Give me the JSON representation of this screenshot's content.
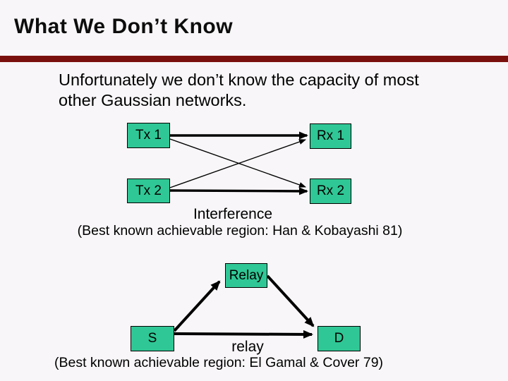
{
  "slide": {
    "title": "What We Don’t Know",
    "body": {
      "line1": "Unfortunately we don’t know the capacity of most",
      "line2": "other Gaussian networks."
    }
  },
  "interference_diagram": {
    "nodes": {
      "tx1": "Tx 1",
      "rx1": "Rx 1",
      "tx2": "Tx 2",
      "rx2": "Rx 2"
    },
    "label": "Interference",
    "caption": "(Best known achievable region: Han & Kobayashi 81)"
  },
  "relay_diagram": {
    "nodes": {
      "relay": "Relay",
      "source": "S",
      "destination": "D"
    },
    "label": "relay",
    "caption": "(Best known achievable region: El Gamal & Cover 79)"
  },
  "colors": {
    "accent-bar": "#7a100e",
    "node-fill": "#2fc795",
    "node-border": "#000000",
    "background": "#f8f6f8",
    "text": "#000000"
  }
}
